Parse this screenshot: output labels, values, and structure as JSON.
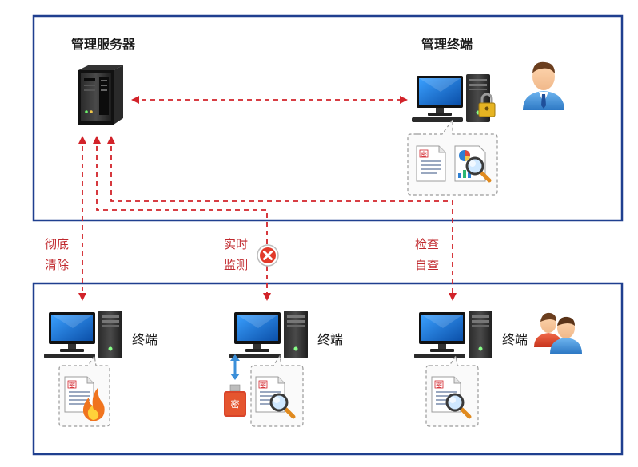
{
  "top_panel": {
    "server_label": "管理服务器",
    "admin_terminal_label": "管理终端"
  },
  "links": {
    "wipe": {
      "line1": "彻底",
      "line2": "清除"
    },
    "monitor": {
      "line1": "实时",
      "line2": "监测"
    },
    "check": {
      "line1": "检查",
      "line2": "自查"
    }
  },
  "terminals": [
    {
      "label": "终端"
    },
    {
      "label": "终端"
    },
    {
      "label": "终端"
    }
  ],
  "doc_mark": "密",
  "usb_mark": "密",
  "colors": {
    "frame": "#1f3f8f",
    "arrow": "#d2232a",
    "dashed_box": "#9a9a9a",
    "monitor_blue": "#1a6fc7"
  }
}
